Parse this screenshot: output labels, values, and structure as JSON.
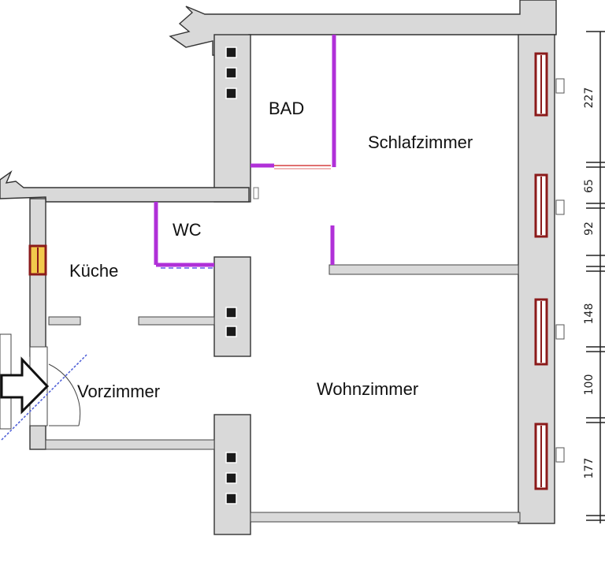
{
  "rooms": {
    "bad": "BAD",
    "schlafzimmer": "Schlafzimmer",
    "wc": "WC",
    "kueche": "Küche",
    "vorzimmer": "Vorzimmer",
    "wohnzimmer": "Wohnzimmer"
  },
  "dimensions": [
    "227",
    "65",
    "92",
    "148",
    "100",
    "177"
  ],
  "colors": {
    "wall_fill": "#d9d9d9",
    "partition": "#b030d8",
    "window_frame": "#8b1a1a",
    "window_highlight": "#f2c94c",
    "door_swing": "#4a5bd6"
  },
  "icons": {
    "entrance": "entrance-arrow-icon"
  }
}
